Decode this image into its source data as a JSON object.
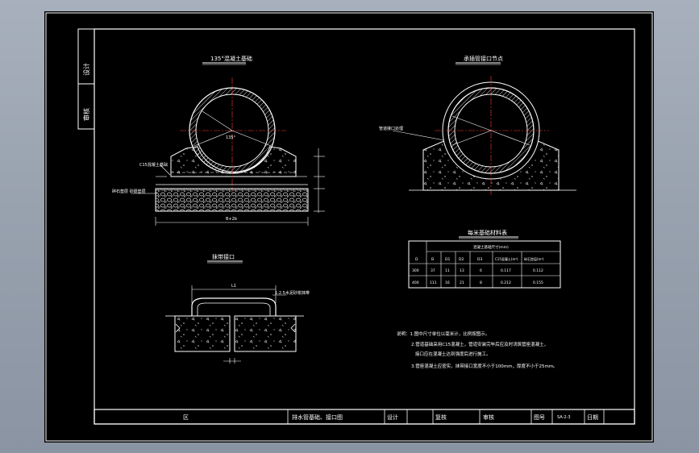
{
  "drawing": {
    "side_labels": [
      "设计",
      "审核"
    ],
    "views": {
      "view1_title": "135°混凝土基础",
      "view2_title": "承插管接口节点",
      "view3_title": "抹带接口",
      "material_title": "每米基础材料表",
      "base_label": "C15混凝土基础",
      "gravel_label": "碎石垫层 砂砾垫层",
      "angle_label": "135°",
      "width_label": "B+2b",
      "pipe_label": "管道接口处理",
      "band_label": "1:2.5水泥砂浆抹带",
      "band_width": "L1"
    },
    "table": {
      "header_group": "混凝土基础尺寸(mm)",
      "headers": [
        "D",
        "B",
        "D1",
        "D2",
        "D3",
        "C15混凝土(m³)",
        "碎石垫层(m³)"
      ],
      "rows": [
        [
          "300",
          "37",
          "11",
          "13",
          "6",
          "0.117",
          "0.112"
        ],
        [
          "400",
          "111",
          "16",
          "21",
          "8",
          "0.212",
          "0.155"
        ]
      ]
    },
    "notes": [
      "说明：1.图中尺寸单位以毫米计，比例按图示。",
      "2.管道基础采用C15混凝土，管道安装完毕后应及时浇筑管座混凝土，",
      "接口应在混凝土达到强度后进行施工。",
      "3.管座混凝土应密实，抹带接口宽度不小于100mm，厚度不小于25mm。"
    ],
    "title_block": {
      "cell1": "区",
      "drawing_title": "排水管基础、接口图",
      "design": "设计",
      "review": "复核",
      "audit": "审核",
      "drawing_no_label": "图号",
      "drawing_no": "SA-2-3",
      "date_label": "日期"
    },
    "colors": {
      "line": "#ffffff",
      "center": "#ff3b3b",
      "hatch": "#e8e8e8",
      "frame": "#ffffff"
    }
  }
}
